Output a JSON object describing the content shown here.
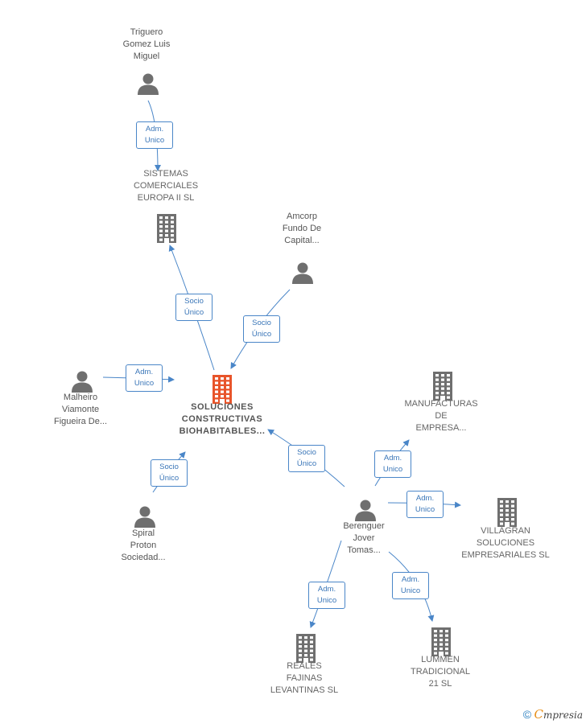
{
  "nodes": [
    {
      "id": "triguero",
      "type": "person",
      "label": "Triguero\nGomez Luis\nMiguel"
    },
    {
      "id": "sistemas",
      "type": "company",
      "label": "SISTEMAS\nCOMERCIALES\nEUROPA II  SL"
    },
    {
      "id": "amcorp",
      "type": "person",
      "label": "Amcorp\nFundo De\nCapital..."
    },
    {
      "id": "soluciones",
      "type": "focus",
      "label": "SOLUCIONES\nCONSTRUCTIVAS\nBIOHABITABLES..."
    },
    {
      "id": "malheiro",
      "type": "person",
      "label": "Malheiro\nViamonte\nFigueira De..."
    },
    {
      "id": "spiral",
      "type": "person",
      "label": "Spiral\nProton\nSociedad..."
    },
    {
      "id": "manufacturas",
      "type": "company",
      "label": "MANUFACTURAS\nDE\nEMPRESA..."
    },
    {
      "id": "berenguer",
      "type": "person",
      "label": "Berenguer\nJover\nTomas..."
    },
    {
      "id": "villagran",
      "type": "company",
      "label": "VILLAGRAN\nSOLUCIONES\nEMPRESARIALES SL"
    },
    {
      "id": "reales",
      "type": "company",
      "label": "REALES\nFAJINAS\nLEVANTINAS SL"
    },
    {
      "id": "lummen",
      "type": "company",
      "label": "LUMMEN\nTRADICIONAL\n21 SL"
    }
  ],
  "edges": [
    {
      "from": "triguero",
      "to": "sistemas",
      "label": "Adm.\nUnico"
    },
    {
      "from": "soluciones",
      "to": "sistemas",
      "label": "Socio\nÚnico"
    },
    {
      "from": "amcorp",
      "to": "soluciones",
      "label": "Socio\nÚnico"
    },
    {
      "from": "malheiro",
      "to": "soluciones",
      "label": "Adm.\nUnico"
    },
    {
      "from": "spiral",
      "to": "soluciones",
      "label": "Socio\nÚnico"
    },
    {
      "from": "berenguer",
      "to": "soluciones",
      "label": "Socio\nÚnico"
    },
    {
      "from": "berenguer",
      "to": "manufacturas",
      "label": "Adm.\nUnico"
    },
    {
      "from": "berenguer",
      "to": "villagran",
      "label": "Adm.\nUnico"
    },
    {
      "from": "berenguer",
      "to": "reales",
      "label": "Adm.\nUnico"
    },
    {
      "from": "berenguer",
      "to": "lummen",
      "label": "Adm.\nUnico"
    }
  ],
  "colors": {
    "edge": "#4a86c8",
    "person": "#6f6f6f",
    "company": "#6f6f6f",
    "focus": "#e8542a"
  },
  "icons": {
    "person": "person-icon",
    "company": "building-icon",
    "focus": "building-icon"
  },
  "brand": {
    "copyright": "©",
    "initial": "C",
    "name": "mpresia"
  }
}
